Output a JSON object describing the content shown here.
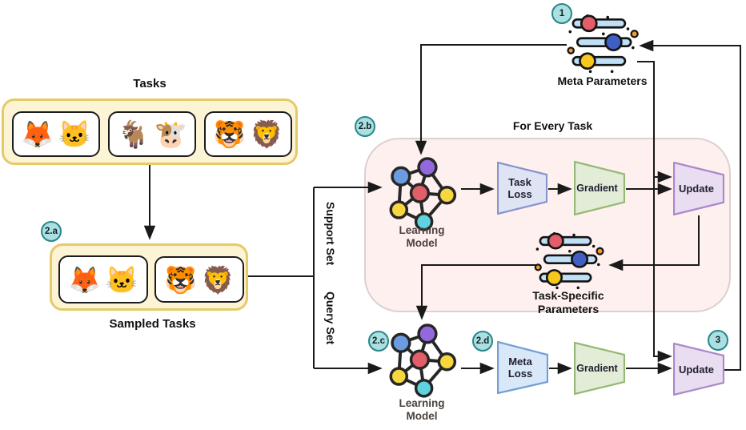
{
  "titles": {
    "tasks": "Tasks",
    "sampled_tasks": "Sampled Tasks",
    "meta_parameters": "Meta Parameters",
    "for_every_task": "For Every Task",
    "task_specific_line1": "Task-Specific",
    "task_specific_line2": "Parameters"
  },
  "badges": {
    "step1": "1",
    "step2a": "2.a",
    "step2b": "2.b",
    "step2c": "2.c",
    "step2d": "2.d",
    "step3": "3"
  },
  "flow_labels": {
    "support_set": "Support Set",
    "query_set": "Query Set"
  },
  "blocks": {
    "learning_model_line1": "Learning",
    "learning_model_line2": "Model",
    "task_loss_line1": "Task",
    "task_loss_line2": "Loss",
    "meta_loss_line1": "Meta",
    "meta_loss_line2": "Loss",
    "gradient": "Gradient",
    "update": "Update"
  },
  "animals": {
    "fox": "🦊",
    "cat": "🐱",
    "goat": "🐐",
    "cow": "🐮",
    "tiger": "🐯",
    "lion": "🦁"
  },
  "colors": {
    "badge_fill": "#abdfe1",
    "badge_border": "#27868c",
    "task_container_fill": "#fdf3d5",
    "task_container_border": "#e5ca67",
    "for_every_task_fill": "#fdf0ee",
    "task_loss_fill": "#dfe4f4",
    "task_loss_border": "#8693cd",
    "meta_loss_fill": "#d9e8f8",
    "meta_loss_border": "#719fd4",
    "gradient_fill": "#e2ecd7",
    "gradient_border": "#93b974",
    "update_fill": "#e9ddf1",
    "update_border": "#ab87cb",
    "arrow": "#1a1a1a",
    "node_purple": "#9468dd",
    "node_blue": "#6b9be0",
    "node_red": "#e25e68",
    "node_yellow": "#f6d83e",
    "node_teal": "#5fd4e0",
    "slider_bar": "#bfe0f7",
    "knob_red": "#e35d6a",
    "knob_blue": "#3f5fc4",
    "knob_yellow": "#f6c71c",
    "dot_orange": "#f59b2c"
  }
}
